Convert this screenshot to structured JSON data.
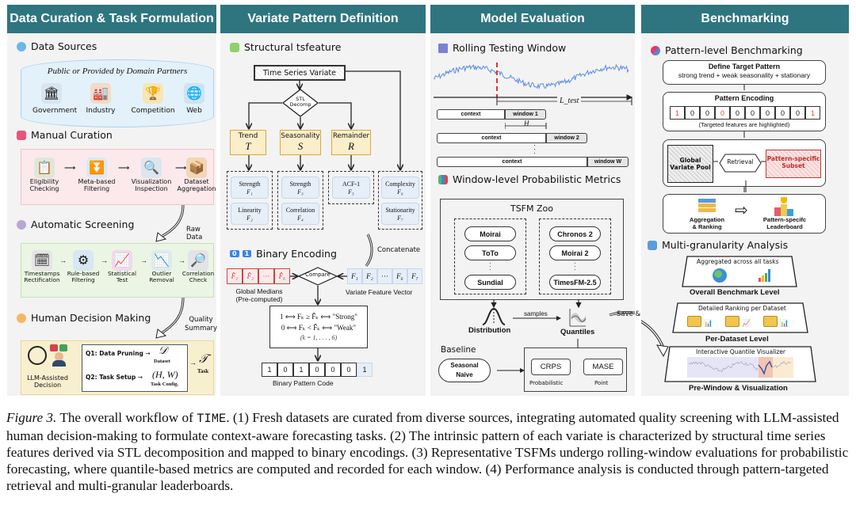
{
  "panels": {
    "curation": {
      "title": "Data Curation & Task Formulation",
      "data_sources": {
        "title": "Data Sources",
        "banner": "Public or Provided by Domain Partners",
        "items": [
          {
            "label": "Government",
            "icon": "government-building-icon"
          },
          {
            "label": "Industry",
            "icon": "industry-worker-icon"
          },
          {
            "label": "Competition",
            "icon": "competition-trophy-icon"
          },
          {
            "label": "Web",
            "icon": "web-globe-icon"
          }
        ]
      },
      "manual_curation": {
        "title": "Manual Curation",
        "steps": [
          {
            "line1": "Eligibility",
            "line2": "Checking"
          },
          {
            "line1": "Meta-based",
            "line2": "Filtering"
          },
          {
            "line1": "Visualization",
            "line2": "Inspection"
          },
          {
            "line1": "Dataset",
            "line2": "Aggregation"
          }
        ]
      },
      "raw_data_label": "Raw Data",
      "automatic_screening": {
        "title": "Automatic Screening",
        "steps": [
          {
            "line1": "Timestamps",
            "line2": "Rectification"
          },
          {
            "line1": "Rule-based",
            "line2": "Filtering"
          },
          {
            "line1": "Statistical",
            "line2": "Test"
          },
          {
            "line1": "Outlier",
            "line2": "Removal"
          },
          {
            "line1": "Correlation",
            "line2": "Check"
          }
        ]
      },
      "quality_summary_label_1": "Quality",
      "quality_summary_label_2": "Summary",
      "human_decision": {
        "title": "Human Decision Making",
        "agent_label_1": "LLM-Assisted",
        "agent_label_2": "Decision",
        "q1": "Q1: Data Pruning",
        "q1_symbol": "𝒟",
        "q1_sub": "Dataset",
        "q2": "Q2: Task Setup",
        "q2_symbol": "(H, W)",
        "q2_sub": "Task Config.",
        "task_symbol": "𝒯",
        "task_sub": "Task"
      }
    },
    "pattern": {
      "title": "Variate Pattern Definition",
      "tsfeature": {
        "title": "Structural tsfeature",
        "root": "Time Series Variate",
        "decomp_1": "STL",
        "decomp_2": "Decomp",
        "components": [
          {
            "name": "Trend",
            "symbol": "T"
          },
          {
            "name": "Seasonality",
            "symbol": "S"
          },
          {
            "name": "Remainder",
            "symbol": "R"
          }
        ],
        "features": [
          {
            "name": "Strength",
            "symbol": "F₁"
          },
          {
            "name": "Linearity",
            "symbol": "F₂"
          },
          {
            "name": "Strength",
            "symbol": "F₃"
          },
          {
            "name": "Correlation",
            "symbol": "F₄"
          },
          {
            "name": "ACF-1",
            "symbol": "F₅"
          },
          {
            "name": "Complexity",
            "symbol": "F₆"
          },
          {
            "name": "Stationarity",
            "symbol": "F₇"
          }
        ]
      },
      "concatenate_label": "Concatenate",
      "binary": {
        "title": "Binary Encoding",
        "badge_0": "0",
        "badge_1": "1",
        "medians": [
          "F̂₁",
          "F̂₂",
          "···",
          "F̂₆"
        ],
        "medians_label_1": "Global Medians",
        "medians_label_2": "(Pre-computed)",
        "compare": "Compare",
        "vector": [
          "F₁",
          "F₂",
          "···",
          "F₆",
          "F₇"
        ],
        "vector_label": "Variate Feature Vector",
        "rule_1": "1 ⟺ Fₖ ≥ F̂ₖ ⟺ \"Strong\"",
        "rule_0": "0 ⟺ Fₖ < F̂ₖ ⟺ \"Weak\"",
        "rule_k": "(k = 1, . . . , 6)",
        "code": [
          "1",
          "0",
          "1",
          "0",
          "0",
          "0",
          "1"
        ],
        "code_label": "Binary Pattern Code"
      }
    },
    "evaluation": {
      "title": "Model Evaluation",
      "rolling": {
        "title": "Rolling Testing Window",
        "l_test": "L_test",
        "horizon": "H",
        "rows": [
          {
            "context": "context",
            "window": "window 1"
          },
          {
            "context": "context",
            "window": "window 2"
          },
          {
            "context": "context",
            "window": "window W"
          }
        ]
      },
      "metrics": {
        "title": "Window-level Probabilistic Metrics",
        "zoo_title": "TSFM Zoo",
        "left_models": [
          "Moirai",
          "ToTo",
          "Sundial"
        ],
        "right_models": [
          "Chronos 2",
          "Moirai 2",
          "TimesFM-2.5"
        ],
        "distribution": "Distribution",
        "samples": "samples",
        "quantiles": "Quantiles",
        "baseline_title": "Baseline",
        "baseline_1": "Seasonal",
        "baseline_2": "Naive",
        "crps": "CRPS",
        "crps_sub": "Probabilistic",
        "mase": "MASE",
        "mase_sub": "Point"
      },
      "save_load": "Save & Load"
    },
    "benchmarking": {
      "title": "Benchmarking",
      "pattern_level": {
        "title": "Pattern-level Benchmarking",
        "define_title": "Define Target Pattern",
        "define_text": "strong trend + weak seasonality + stationary",
        "encoding_title": "Pattern Encoding",
        "encoding": [
          {
            "v": "1",
            "hl": true
          },
          {
            "v": "0",
            "hl": false
          },
          {
            "v": "0",
            "hl": false
          },
          {
            "v": "0",
            "hl": true
          },
          {
            "v": "0",
            "hl": false
          },
          {
            "v": "0",
            "hl": false
          },
          {
            "v": "0",
            "hl": false
          },
          {
            "v": "0",
            "hl": false
          },
          {
            "v": "0",
            "hl": false
          },
          {
            "v": "1",
            "hl": true
          }
        ],
        "encoding_note": "(Targeted features are highlighted)",
        "pool_1": "Global",
        "pool_2": "Variate Pool",
        "retrieval": "Retrieval",
        "subset_1": "Pattern-specific",
        "subset_2": "Subset",
        "agg_1": "Aggregation",
        "agg_2": "& Ranking",
        "leader_1": "Pattern-specifc",
        "leader_2": "Leaderboard"
      },
      "multi": {
        "title": "Multi-granularity Analysis",
        "overall_caption": "Aggregated across all tasks",
        "overall_label": "Overall Benchmark Level",
        "dataset_caption": "Detailed Ranking per Dataset",
        "dataset_label": "Per-Dataset Level",
        "window_caption": "Interactive Quantile Visualizer",
        "window_label": "Pre-Window & Visualization"
      }
    }
  },
  "colors": {
    "header": "#2e7580",
    "panel_bg": "#f3f3f3",
    "highlight_red": "#e0443c",
    "feature_blue": "#e6eef8",
    "component_yellow": "#fbeecb"
  },
  "caption": {
    "lead": "Figure 3.",
    "t1": " The overall workflow of ",
    "name": "TIME",
    "t2": ". (1) Fresh datasets are curated from diverse sources, integrating automated quality screening with LLM-assisted human decision-making to formulate context-aware forecasting tasks. (2) The intrinsic pattern of each variate is characterized by structural time series features derived via STL decomposition and mapped to binary encodings. (3) Representative TSFMs undergo rolling-window evaluations for probabilistic forecasting, where quantile-based metrics are computed and recorded for each window. (4) Performance analysis is conducted through pattern-targeted retrieval and multi-granular leaderboards."
  }
}
